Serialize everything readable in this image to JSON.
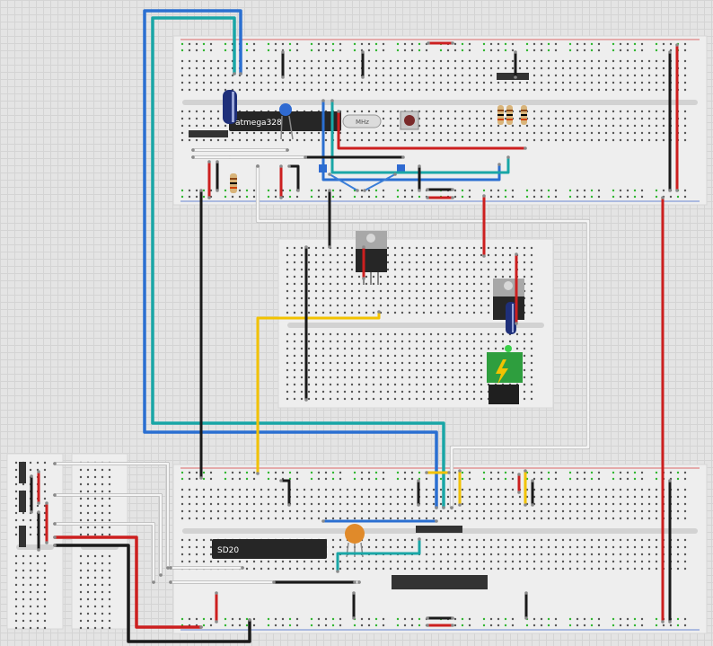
{
  "canvas": {
    "background": "#e4e4e4"
  },
  "chips": {
    "mcu_label": "atmega328",
    "shift_label": "SD20"
  },
  "crystal": {
    "label": "MHz"
  },
  "colors": {
    "red": "#cc1f1f",
    "black": "#1a1a1a",
    "blue": "#2a6fd1",
    "cyan": "#19a6a6",
    "yellow": "#f2c200",
    "white": "#f4f4f4",
    "board": "#eeeeee",
    "rail_red": "#d43b3b",
    "rail_blue": "#3b64c9",
    "hole": "#555555",
    "active_hole": "#2fb52f"
  },
  "icons": {
    "power_jack": "lightning-icon"
  }
}
